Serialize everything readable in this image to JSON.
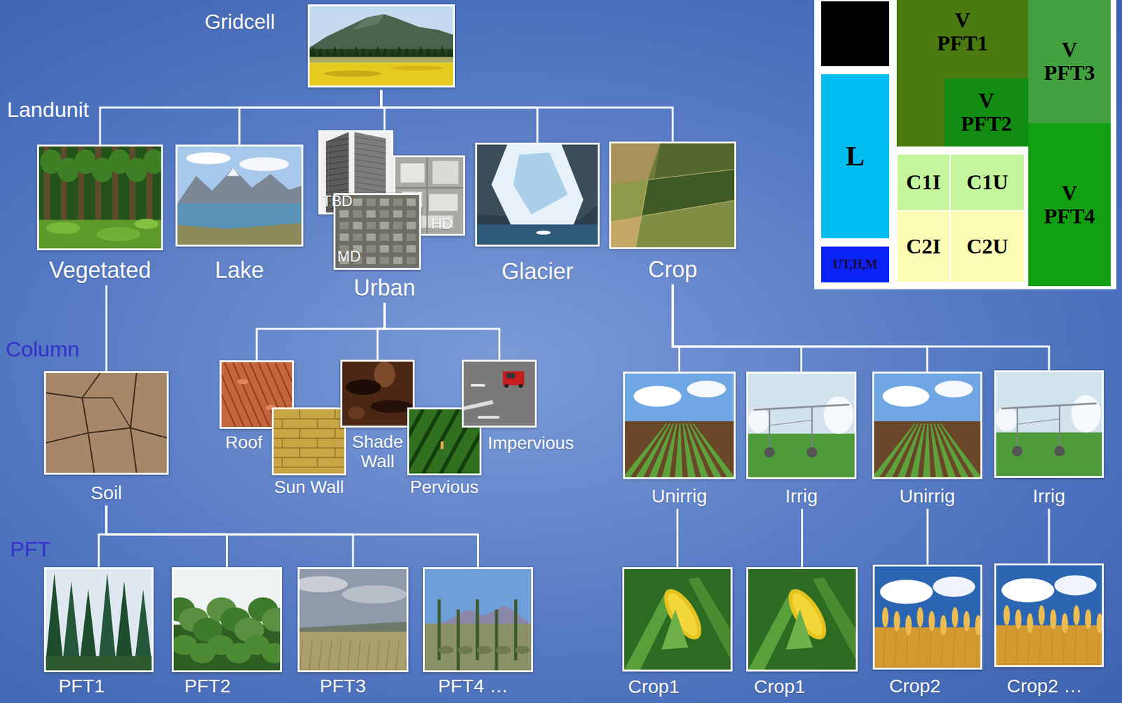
{
  "diagram": {
    "nodes": [
      {
        "text": [
          "Gridcell"
        ]
      },
      {
        "text": [
          "Vegetated"
        ]
      },
      {
        "text": [
          "Lake"
        ]
      },
      {
        "text": [
          "Urban"
        ]
      },
      {
        "text": [
          "TBD"
        ],
        "in": 3
      },
      {
        "text": [
          "HD"
        ],
        "in": 3
      },
      {
        "text": [
          "MD"
        ],
        "in": 3
      },
      {
        "text": [
          "Glacier"
        ]
      },
      {
        "text": [
          "Crop"
        ]
      },
      {
        "text": [
          "Soil"
        ]
      },
      {
        "text": [
          "Roof"
        ]
      },
      {
        "text": [
          "Sun Wall"
        ]
      },
      {
        "text": [
          "Shade Wall"
        ]
      },
      {
        "text": [
          "Pervious"
        ]
      },
      {
        "text": [
          "Impervious"
        ]
      },
      {
        "text": [
          "Unirrig"
        ]
      },
      {
        "text": [
          "Irrig"
        ]
      },
      {
        "text": [
          "Unirrig"
        ]
      },
      {
        "text": [
          "Irrig"
        ]
      },
      {
        "text": [
          "PFT1"
        ]
      },
      {
        "text": [
          "PFT2"
        ]
      },
      {
        "text": [
          "PFT3"
        ]
      },
      {
        "text": [
          "PFT4 …"
        ]
      },
      {
        "text": [
          "Crop1"
        ]
      },
      {
        "text": [
          "Crop1"
        ]
      },
      {
        "text": [
          "Crop2"
        ]
      },
      {
        "text": [
          "Crop2 …"
        ]
      },
      {
        "text": [
          "V PFT1"
        ]
      },
      {
        "text": [
          "V PFT3"
        ]
      },
      {
        "text": [
          "L"
        ]
      },
      {
        "text": [
          "V PFT2"
        ]
      },
      {
        "text": [
          "C1I"
        ]
      },
      {
        "text": [
          "C1U"
        ]
      },
      {
        "text": [
          "V PFT4"
        ]
      },
      {
        "text": [
          "UT,H,M"
        ]
      },
      {
        "text": [
          "C2I"
        ]
      },
      {
        "text": [
          "C2U"
        ]
      }
    ],
    "edges": [
      {
        "from": 0,
        "to": 1,
        "arrow": "none"
      },
      {
        "from": 0,
        "to": 2,
        "arrow": "none"
      },
      {
        "from": 0,
        "to": 3,
        "arrow": "none"
      },
      {
        "from": 0,
        "to": 7,
        "arrow": "none"
      },
      {
        "from": 0,
        "to": 8,
        "arrow": "none"
      },
      {
        "from": 1,
        "to": 9,
        "arrow": "none"
      },
      {
        "from": 3,
        "to": 10,
        "arrow": "none"
      },
      {
        "from": 3,
        "to": 12,
        "arrow": "none"
      },
      {
        "from": 3,
        "to": 14,
        "arrow": "none"
      },
      {
        "from": 8,
        "to": 15,
        "arrow": "none"
      },
      {
        "from": 8,
        "to": 16,
        "arrow": "none"
      },
      {
        "from": 8,
        "to": 17,
        "arrow": "none"
      },
      {
        "from": 8,
        "to": 18,
        "arrow": "none"
      },
      {
        "from": 9,
        "to": 19,
        "arrow": "none"
      },
      {
        "from": 9,
        "to": 20,
        "arrow": "none"
      },
      {
        "from": 9,
        "to": 21,
        "arrow": "none"
      },
      {
        "from": 9,
        "to": 22,
        "arrow": "none"
      },
      {
        "from": 15,
        "to": 23,
        "arrow": "none"
      },
      {
        "from": 16,
        "to": 24,
        "arrow": "none"
      },
      {
        "from": 17,
        "to": 25,
        "arrow": "none"
      },
      {
        "from": 18,
        "to": 26,
        "arrow": "none"
      }
    ],
    "labels": [
      "Landunit",
      "Column",
      "PFT"
    ]
  }
}
